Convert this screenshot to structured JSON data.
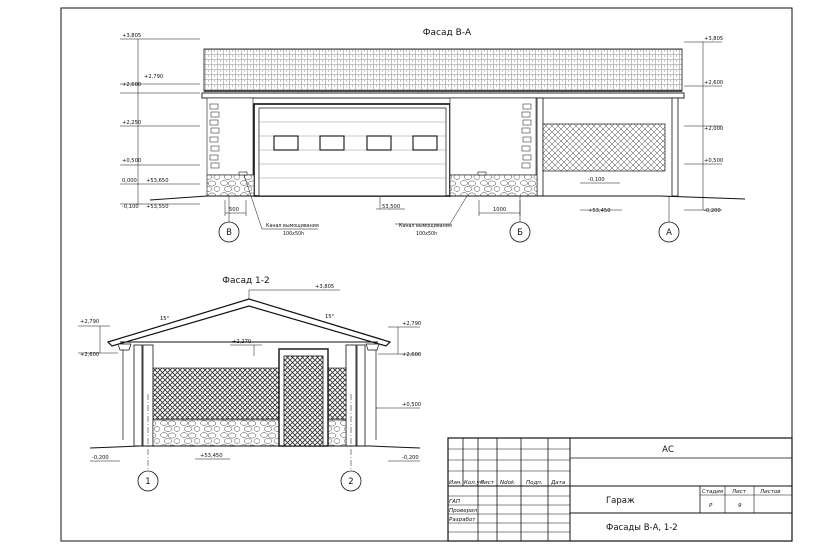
{
  "facade_ba": {
    "title": "Фасад В-А",
    "axes": [
      "В",
      "Б",
      "А"
    ],
    "levels_left": [
      "+3,805",
      "+2,790",
      "+2,600",
      "+2,250",
      "+0,500",
      "0,000",
      "+53,650",
      "-0,100",
      "+53,550"
    ],
    "levels_right": [
      "+3,805",
      "+2,600",
      "+2,000",
      "+0,500",
      "-0,100",
      "+53,450",
      "-0,200"
    ],
    "ground_mark_mid": "53,500",
    "dimensions": [
      "500",
      "1000"
    ],
    "channel_label": "Канал вымощивания",
    "channel_size": "100х50h"
  },
  "facade_12": {
    "title": "Фасад 1-2",
    "axes": [
      "1",
      "2"
    ],
    "ridge_level": "+3,805",
    "slope_left": "15°",
    "slope_right": "15°",
    "level_left_top": "+2,790",
    "level_left_eave": "+2,600",
    "level_door": "+2,270",
    "level_right_top": "+2,790",
    "level_right_eave": "+2,600",
    "level_right_plinth": "+0,500",
    "level_left_ground": "-0,200",
    "level_ground_mark": "+53,450",
    "level_right_ground": "-0,200"
  },
  "stamp": {
    "project_code": "АС",
    "cols": [
      "Изм.",
      "Кол.уч",
      "Лист",
      "Ndok.",
      "Подп.",
      "Дата"
    ],
    "roles": [
      "ГАП",
      "Проверил",
      "Разработ"
    ],
    "object_name": "Гараж",
    "sheet_name": "Фасады В-А, 1-2",
    "stage_label": "Стадия",
    "sheet_label": "Лист",
    "sheets_label": "Листов",
    "stage_value": "Р",
    "sheet_value": "9"
  }
}
